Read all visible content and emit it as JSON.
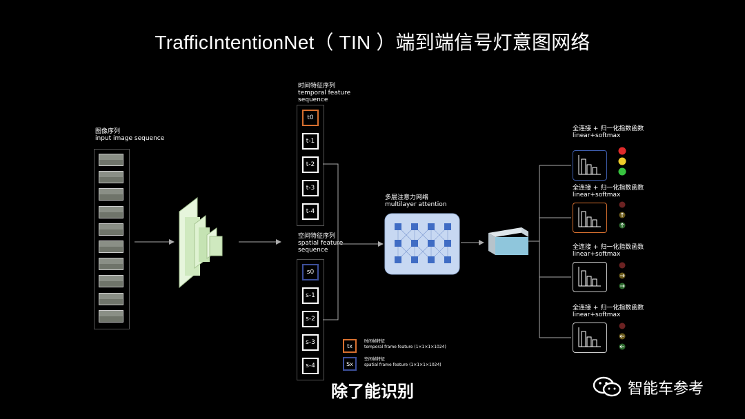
{
  "title": "TrafficIntentionNet（ TIN ）端到端信号灯意图网络",
  "input": {
    "zh": "图像序列",
    "en": "input image sequence",
    "frame_count": 10
  },
  "temporal": {
    "zh": "时间特征序列",
    "en1": "temporal feature",
    "en2": "sequence",
    "boxes": [
      "t0",
      "t-1",
      "t-2",
      "t-3",
      "t-4"
    ]
  },
  "spatial": {
    "zh": "空间特征序列",
    "en1": "spatial feature",
    "en2": "sequence",
    "boxes": [
      "s0",
      "s-1",
      "s-2",
      "s-3",
      "s-4"
    ]
  },
  "attention": {
    "zh": "多层注意力网络",
    "en": "multilayer attention"
  },
  "heads": [
    {
      "zh": "全连接 + 归一化指数函数",
      "en": "linear+softmax"
    },
    {
      "zh": "全连接 + 归一化指数函数",
      "en": "linear+softmax"
    },
    {
      "zh": "全连接 + 归一化指数函数",
      "en": "linear+softmax"
    },
    {
      "zh": "全连接 + 归一化指数函数",
      "en": "linear+softmax"
    }
  ],
  "legend": {
    "tx": {
      "symbol": "tx",
      "zh": "时间帧特征",
      "en": "temporal frame feature (1×1×1×1024)"
    },
    "sx": {
      "symbol": "Sx",
      "zh": "空间帧特征",
      "en": "spatial frame feature (1×1×1×1024)"
    }
  },
  "colors": {
    "temporal": "#d8702f",
    "spatial": "#3c4f9a",
    "attention_bg": "#c7d8f2",
    "node": "#3f6cc4",
    "cnn": "#cfe9bf",
    "tensor": "#8fc6dc",
    "head_highlight_1": "#3f5fb0",
    "head_highlight_2": "#d8702f"
  },
  "subtitle": "除了能识别",
  "watermark": {
    "icon": "wechat-icon",
    "text": "智能车参考"
  }
}
